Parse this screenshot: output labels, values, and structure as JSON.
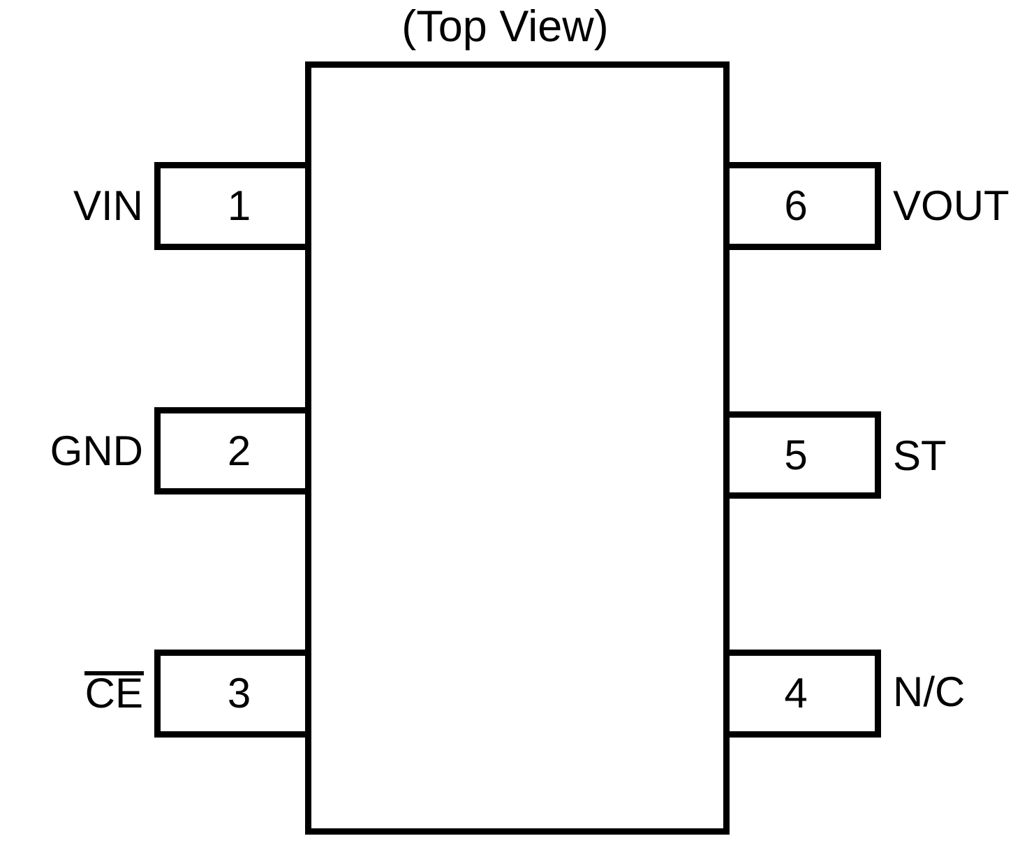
{
  "diagram": {
    "title": "(Top View)",
    "package_body": {
      "fill": "#ffffff",
      "stroke": "#000000"
    },
    "pins": {
      "left": [
        {
          "number": "1",
          "name": "VIN",
          "active_low": false
        },
        {
          "number": "2",
          "name": "GND",
          "active_low": false
        },
        {
          "number": "3",
          "name": "CE",
          "active_low": true
        }
      ],
      "right": [
        {
          "number": "6",
          "name": "VOUT",
          "active_low": false
        },
        {
          "number": "5",
          "name": "ST",
          "active_low": false
        },
        {
          "number": "4",
          "name": "N/C",
          "active_low": false
        }
      ]
    }
  }
}
